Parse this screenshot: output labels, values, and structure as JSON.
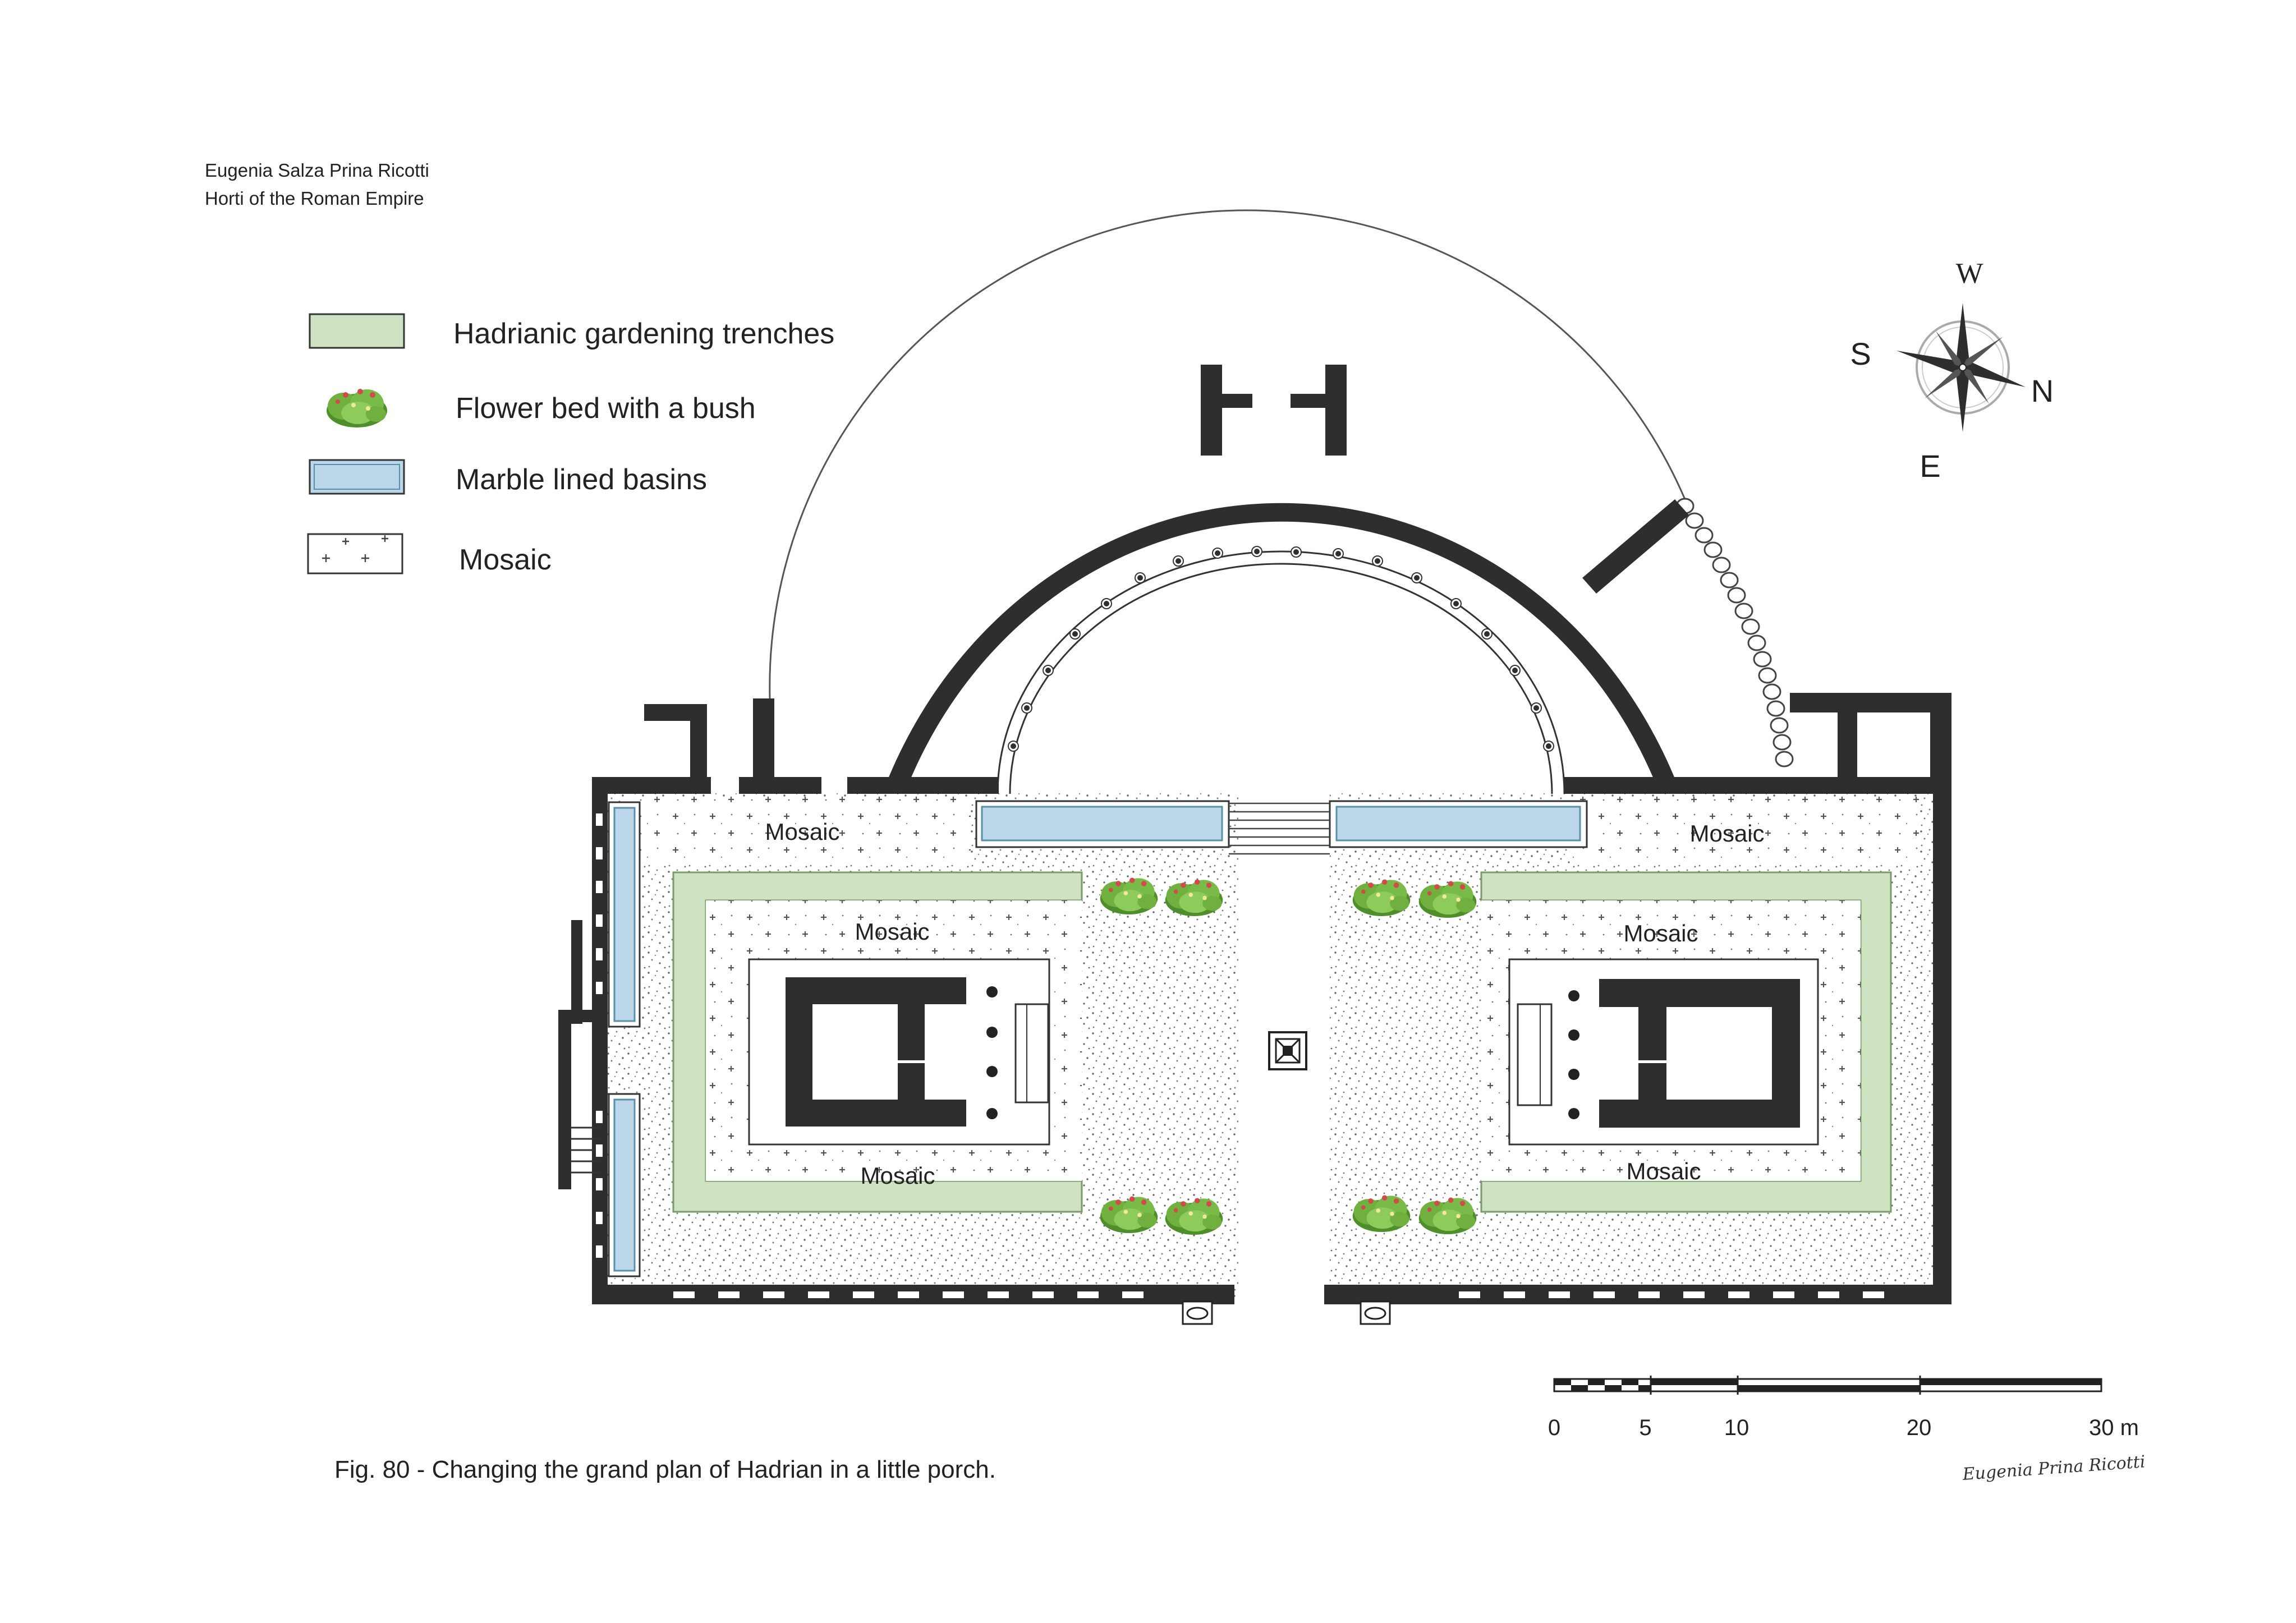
{
  "header": {
    "author": "Eugenia Salza Prina Ricotti",
    "book": "Horti of the Roman Empire"
  },
  "legend": [
    {
      "key": "trench",
      "label": "Hadrianic gardening trenches",
      "color": "#cfe3c2"
    },
    {
      "key": "flower",
      "label": "Flower bed with a bush",
      "color": "#6fb03f"
    },
    {
      "key": "basin",
      "label": "Marble lined basins",
      "color": "#bcd6ea"
    },
    {
      "key": "mosaic",
      "label": "Mosaic",
      "color": "#ffffff"
    }
  ],
  "compass": {
    "top": "W",
    "left": "S",
    "right": "N",
    "bottom": "E"
  },
  "mosaic_labels": {
    "nw": "Mosaic",
    "ne": "Mosaic",
    "left_top": "Mosaic",
    "left_bottom": "Mosaic",
    "right_top": "Mosaic",
    "right_bottom": "Mosaic"
  },
  "scale": {
    "labels": [
      "0",
      "5",
      "10",
      "20",
      "30 m"
    ],
    "values": [
      0,
      5,
      10,
      20,
      30
    ]
  },
  "caption": "Fig. 80  - Changing the grand plan of Hadrian in a little porch.",
  "signature": "Eugenia Prina Ricotti",
  "colors": {
    "wall": "#2e2e2e",
    "trench": "#cfe3c2",
    "basin": "#bcd6ea",
    "foliage": "#6fb03f",
    "flower": "#d24a4a"
  }
}
